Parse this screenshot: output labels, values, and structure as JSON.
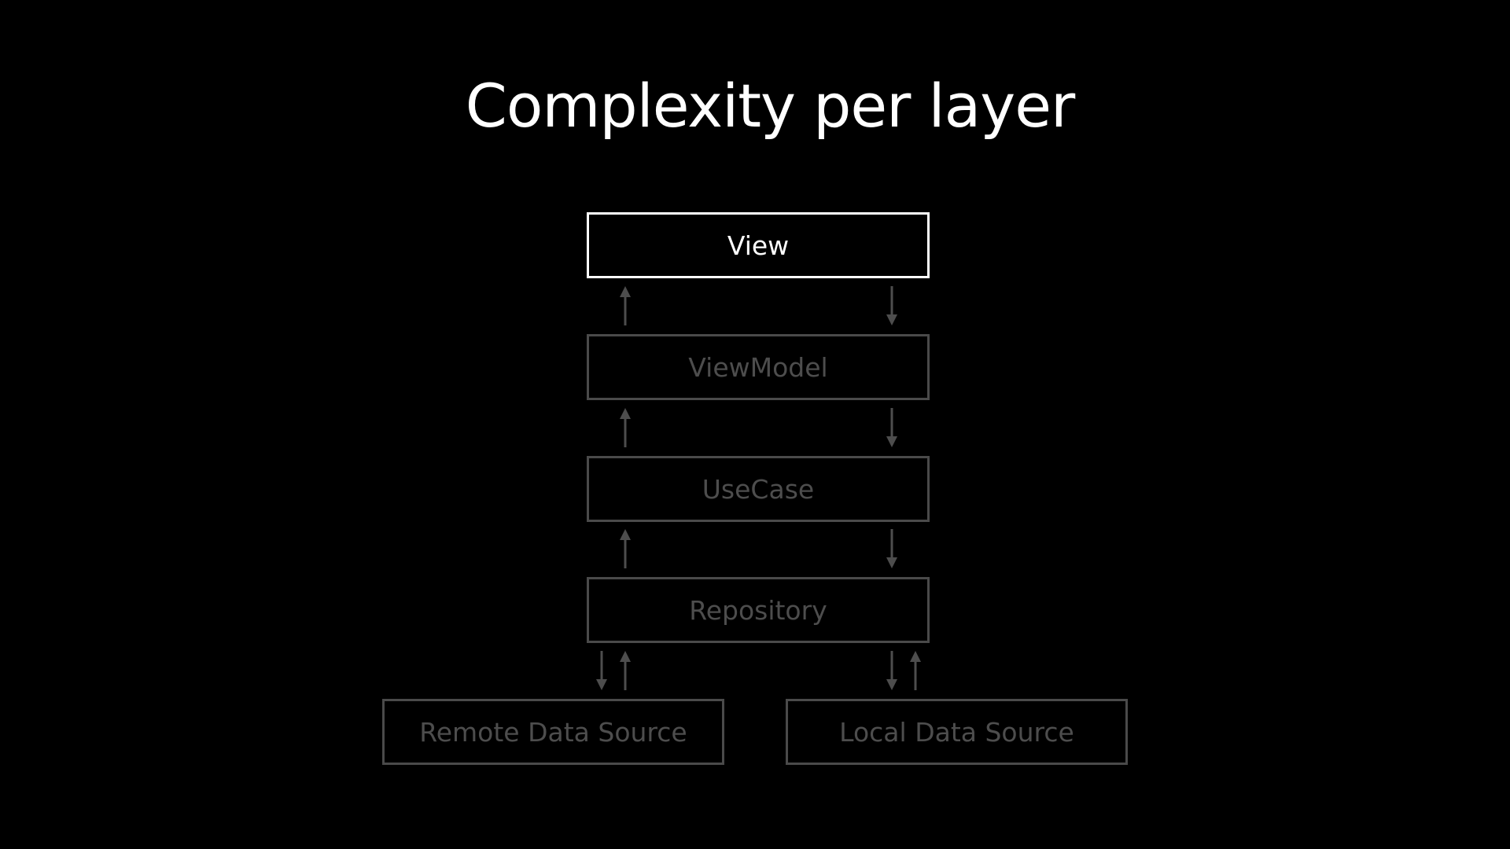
{
  "slide": {
    "title": "Complexity per layer"
  },
  "colors": {
    "background": "#000000",
    "active": "#ffffff",
    "inactive": "#4d4d4d"
  },
  "layers": {
    "view": "View",
    "viewmodel": "ViewModel",
    "usecase": "UseCase",
    "repository": "Repository",
    "remote": "Remote Data Source",
    "local": "Local Data Source"
  },
  "active_layer": "View"
}
